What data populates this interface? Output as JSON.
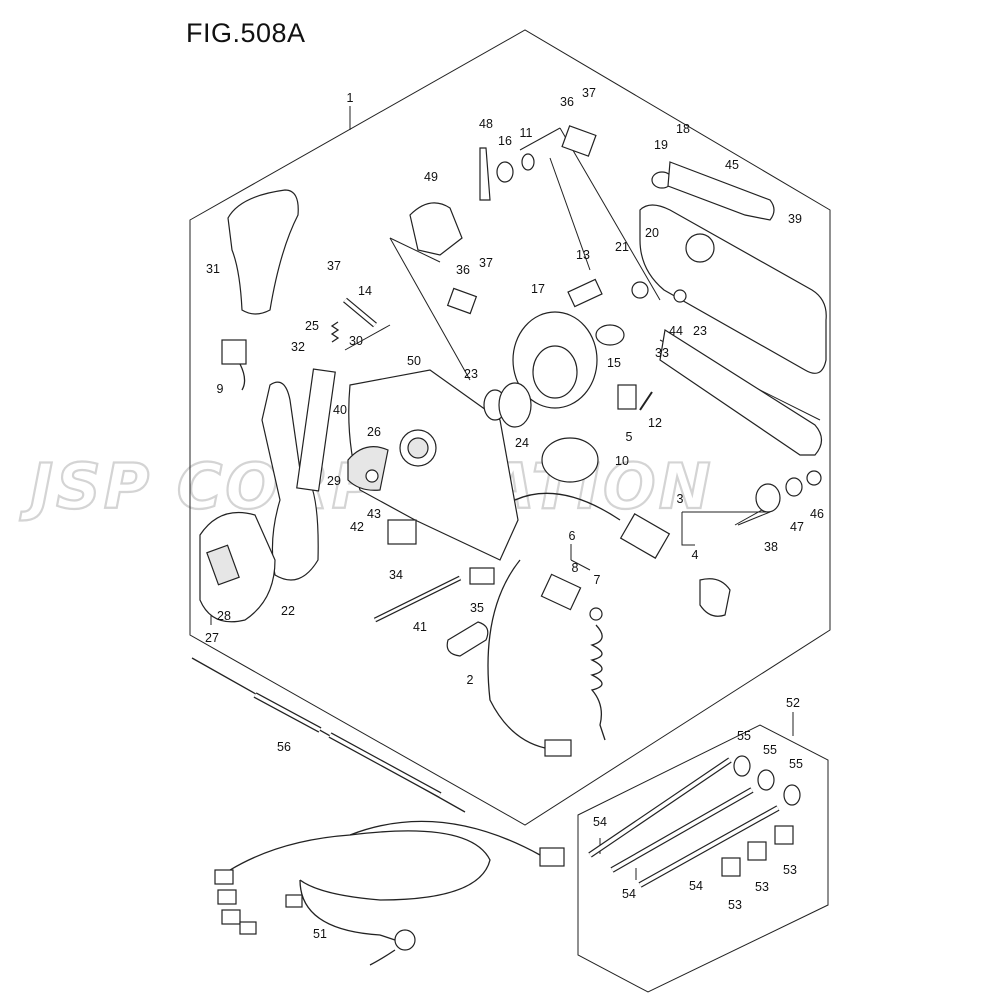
{
  "figure": {
    "title": "FIG.508A"
  },
  "watermark": {
    "text": "JSP CORPORATION"
  },
  "callouts": [
    {
      "id": "c1",
      "label": "1"
    },
    {
      "id": "c2",
      "label": "2"
    },
    {
      "id": "c3",
      "label": "3"
    },
    {
      "id": "c4",
      "label": "4"
    },
    {
      "id": "c5",
      "label": "5"
    },
    {
      "id": "c6",
      "label": "6"
    },
    {
      "id": "c7",
      "label": "7"
    },
    {
      "id": "c8",
      "label": "8"
    },
    {
      "id": "c9",
      "label": "9"
    },
    {
      "id": "c10",
      "label": "10"
    },
    {
      "id": "c11",
      "label": "11"
    },
    {
      "id": "c12",
      "label": "12"
    },
    {
      "id": "c13",
      "label": "13"
    },
    {
      "id": "c14",
      "label": "14"
    },
    {
      "id": "c15",
      "label": "15"
    },
    {
      "id": "c16",
      "label": "16"
    },
    {
      "id": "c17",
      "label": "17"
    },
    {
      "id": "c18",
      "label": "18"
    },
    {
      "id": "c19",
      "label": "19"
    },
    {
      "id": "c20",
      "label": "20"
    },
    {
      "id": "c21",
      "label": "21"
    },
    {
      "id": "c22",
      "label": "22"
    },
    {
      "id": "c23a",
      "label": "23"
    },
    {
      "id": "c23b",
      "label": "23"
    },
    {
      "id": "c24",
      "label": "24"
    },
    {
      "id": "c25",
      "label": "25"
    },
    {
      "id": "c26",
      "label": "26"
    },
    {
      "id": "c27",
      "label": "27"
    },
    {
      "id": "c28",
      "label": "28"
    },
    {
      "id": "c29",
      "label": "29"
    },
    {
      "id": "c30",
      "label": "30"
    },
    {
      "id": "c31",
      "label": "31"
    },
    {
      "id": "c32",
      "label": "32"
    },
    {
      "id": "c33",
      "label": "33"
    },
    {
      "id": "c34",
      "label": "34"
    },
    {
      "id": "c35",
      "label": "35"
    },
    {
      "id": "c36a",
      "label": "36"
    },
    {
      "id": "c36b",
      "label": "36"
    },
    {
      "id": "c37a",
      "label": "37"
    },
    {
      "id": "c37b",
      "label": "37"
    },
    {
      "id": "c37c",
      "label": "37"
    },
    {
      "id": "c38",
      "label": "38"
    },
    {
      "id": "c39",
      "label": "39"
    },
    {
      "id": "c40",
      "label": "40"
    },
    {
      "id": "c41",
      "label": "41"
    },
    {
      "id": "c42",
      "label": "42"
    },
    {
      "id": "c43",
      "label": "43"
    },
    {
      "id": "c44",
      "label": "44"
    },
    {
      "id": "c45",
      "label": "45"
    },
    {
      "id": "c46",
      "label": "46"
    },
    {
      "id": "c47",
      "label": "47"
    },
    {
      "id": "c48",
      "label": "48"
    },
    {
      "id": "c49",
      "label": "49"
    },
    {
      "id": "c50",
      "label": "50"
    },
    {
      "id": "c51",
      "label": "51"
    },
    {
      "id": "c52",
      "label": "52"
    },
    {
      "id": "c53a",
      "label": "53"
    },
    {
      "id": "c53b",
      "label": "53"
    },
    {
      "id": "c53c",
      "label": "53"
    },
    {
      "id": "c54a",
      "label": "54"
    },
    {
      "id": "c54b",
      "label": "54"
    },
    {
      "id": "c54c",
      "label": "54"
    },
    {
      "id": "c55a",
      "label": "55"
    },
    {
      "id": "c55b",
      "label": "55"
    },
    {
      "id": "c55c",
      "label": "55"
    },
    {
      "id": "c56",
      "label": "56"
    }
  ]
}
